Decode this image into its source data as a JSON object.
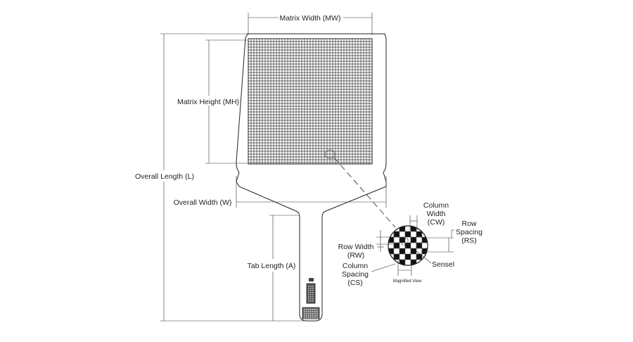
{
  "labels": {
    "matrix_width": "Matrix Width (MW)",
    "matrix_height": "Matrix Height (MH)",
    "overall_length": "Overall Length (L)",
    "overall_width": "Overall Width (W)",
    "tab_length": "Tab Length (A)",
    "column_width": [
      "Column",
      "Width",
      "(CW)"
    ],
    "row_spacing": [
      "Row",
      "Spacing",
      "(RS)"
    ],
    "row_width": [
      "Row Width",
      "(RW)"
    ],
    "column_spacing": [
      "Column",
      "Spacing",
      "(CS)"
    ],
    "sensel": "Sensel",
    "magnified_view": "Magnified View"
  },
  "colors": {
    "line": "#222222",
    "background": "#ffffff"
  }
}
